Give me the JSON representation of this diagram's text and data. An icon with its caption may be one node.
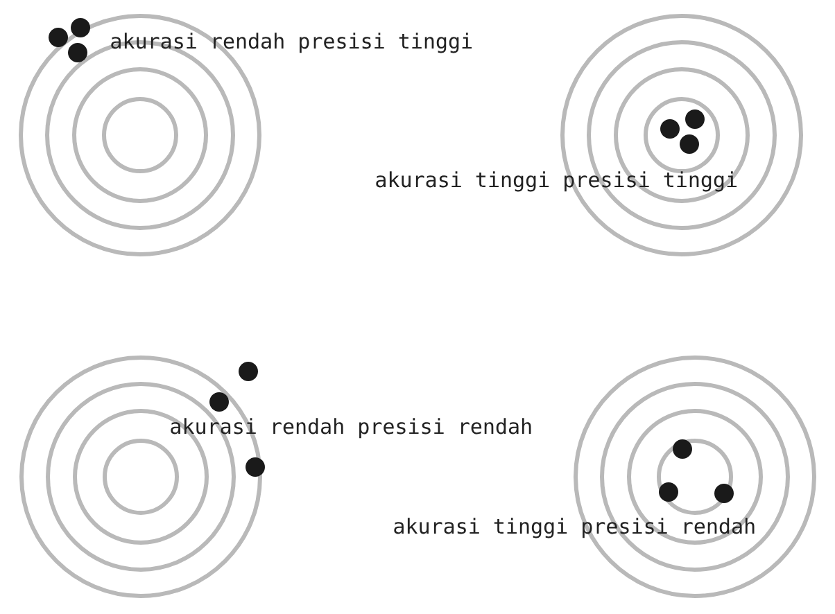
{
  "diagram": {
    "labels": [
      "akurasi rendah presisi tinggi",
      "akurasi tinggi presisi tinggi",
      "akurasi rendah presisi rendah",
      "akurasi tinggi presisi rendah"
    ]
  }
}
